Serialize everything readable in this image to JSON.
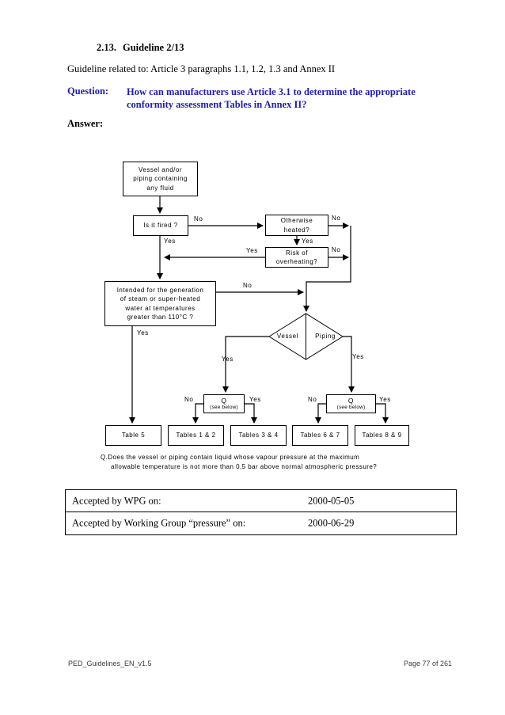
{
  "document": {
    "heading": {
      "number": "2.13.",
      "title": "Guideline 2/13"
    },
    "related": "Guideline related to: Article 3 paragraphs 1.1, 1.2, 1.3 and Annex II",
    "question_label": "Question:",
    "question_text": "How can manufacturers use Article 3.1 to determine the appropriate\nconformity assessment Tables in Annex II?",
    "answer_label": "Answer:"
  },
  "flowchart": {
    "nodes": {
      "vessel_fluid": "Vessel and/or\npiping containing\nany fluid",
      "is_it_fired": "Is it fired ?",
      "otherwise_heated": "Otherwise\nheated?",
      "risk_overheating": "Risk of\noverheating?",
      "intended": "Intended for the generation\nof steam or super-heated\nwater at temperatures\ngreater than 110°C ?",
      "diamond_left": "Vessel",
      "diamond_right": "Piping",
      "q": "Q",
      "q_sub": "(see below)",
      "table_5": "Table 5",
      "tables_1_2": "Tables 1 & 2",
      "tables_3_4": "Tables 3 & 4",
      "tables_6_7": "Tables 6 & 7",
      "tables_8_9": "Tables 8 & 9"
    },
    "labels": {
      "yes": "Yes",
      "no": "No"
    },
    "footnote_lines": [
      "Q.Does the vessel or piping contain liquid whose vapour pressure at the maximum",
      "allowable temperature is not more than 0,5 bar above normal atmospheric pressure?"
    ]
  },
  "acceptance": {
    "rows": [
      {
        "label": "Accepted by WPG on:",
        "date": "2000-05-05"
      },
      {
        "label": "Accepted by Working Group “pressure” on:",
        "date": "2000-06-29"
      }
    ]
  },
  "footer": {
    "left": "PED_Guidelines_EN_v1.5",
    "right": "Page 77 of 261"
  },
  "colors": {
    "question_blue": "#1e1eae",
    "ink": "#000000"
  }
}
